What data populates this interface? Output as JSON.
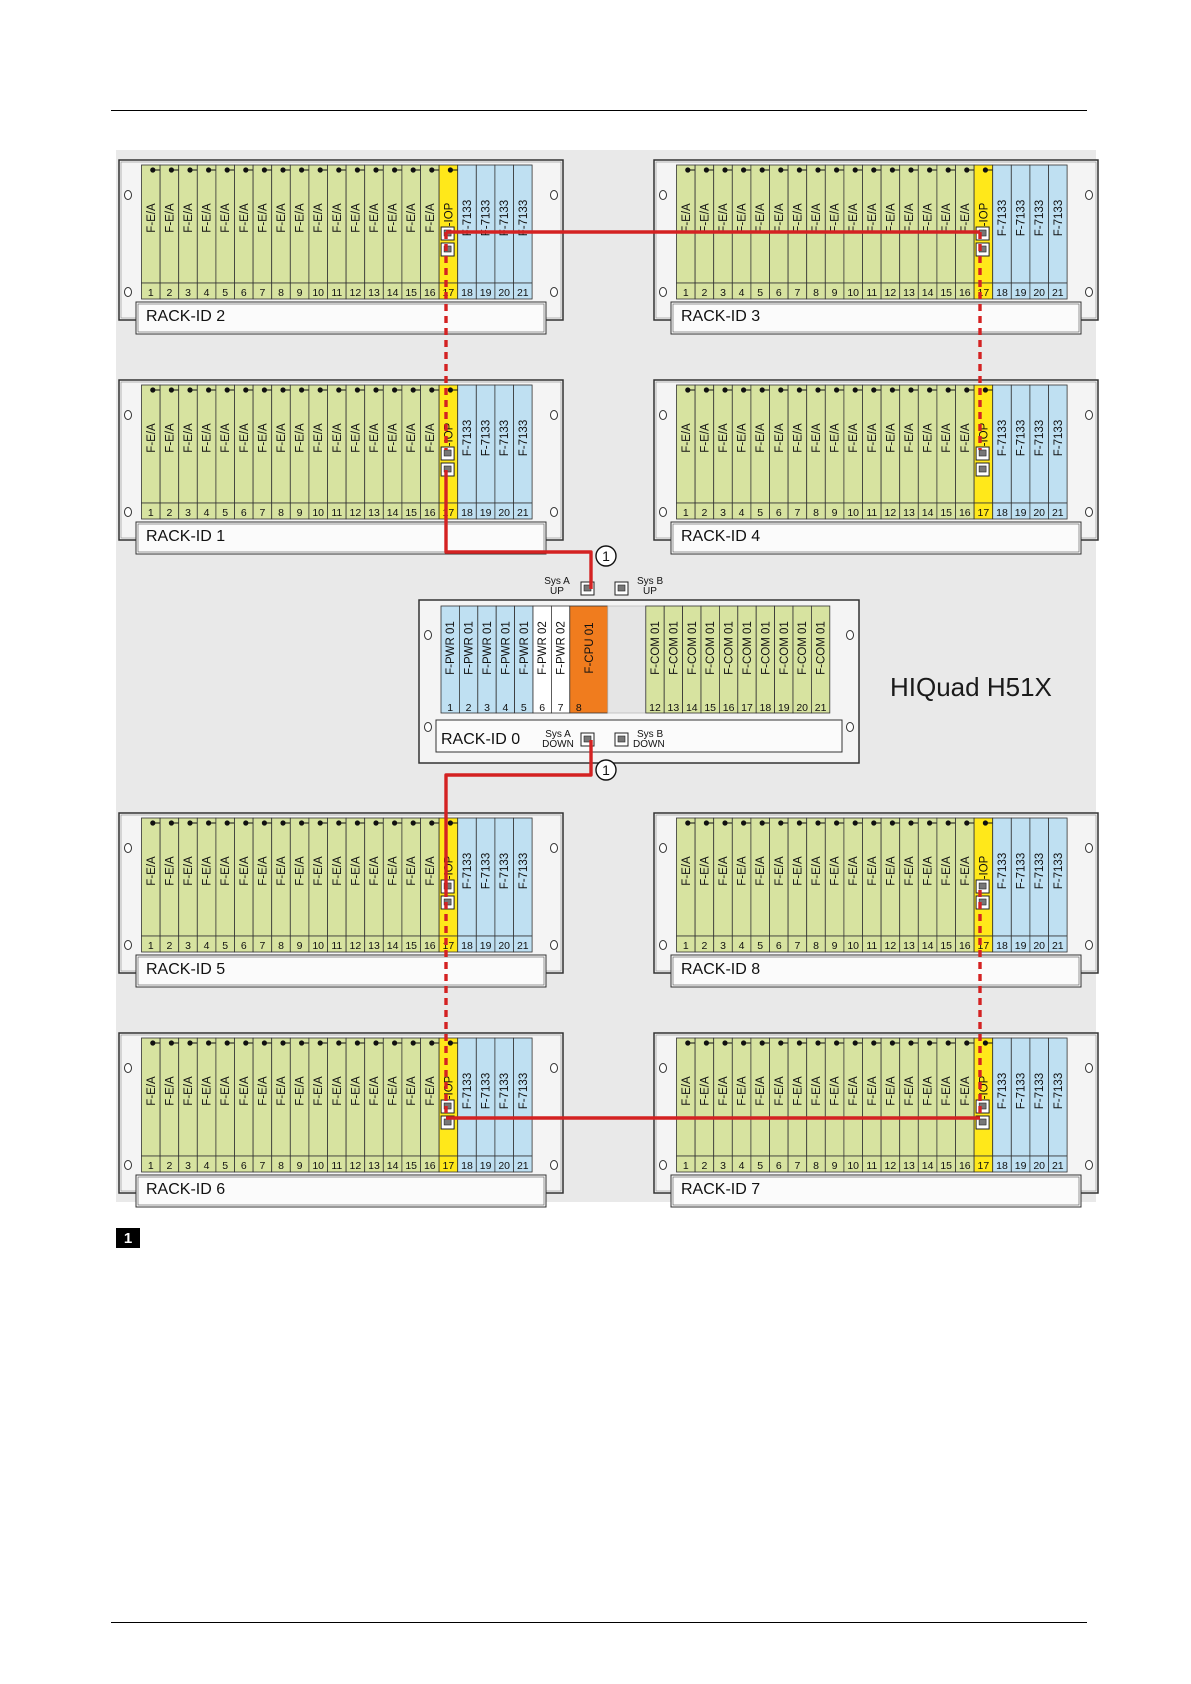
{
  "product_title": "HIQuad H51X",
  "footnote_badge": "1",
  "callout_marker": "1",
  "io_module_label": "F-E/A",
  "iop_label": "F-IOP",
  "f7133_label": "F-7133",
  "slot_numbers": [
    "1",
    "2",
    "3",
    "4",
    "5",
    "6",
    "7",
    "8",
    "9",
    "10",
    "11",
    "12",
    "13",
    "14",
    "15",
    "16",
    "17",
    "18",
    "19",
    "20",
    "21"
  ],
  "io_racks": [
    {
      "label": "RACK-ID 2"
    },
    {
      "label": "RACK-ID 3"
    },
    {
      "label": "RACK-ID 1"
    },
    {
      "label": "RACK-ID 4"
    },
    {
      "label": "RACK-ID 5"
    },
    {
      "label": "RACK-ID 8"
    },
    {
      "label": "RACK-ID 6"
    },
    {
      "label": "RACK-ID 7"
    }
  ],
  "central_rack": {
    "label": "RACK-ID 0",
    "modules": [
      {
        "slot": "1",
        "label": "F-PWR 01",
        "kind": "pwr"
      },
      {
        "slot": "2",
        "label": "F-PWR 01",
        "kind": "pwr"
      },
      {
        "slot": "3",
        "label": "F-PWR 01",
        "kind": "pwr"
      },
      {
        "slot": "4",
        "label": "F-PWR 01",
        "kind": "pwr"
      },
      {
        "slot": "5",
        "label": "F-PWR 01",
        "kind": "pwr"
      },
      {
        "slot": "6",
        "label": "F-PWR 02",
        "kind": "pwr2"
      },
      {
        "slot": "7",
        "label": "F-PWR 02",
        "kind": "pwr2"
      },
      {
        "slot": "8",
        "label": "F-CPU 01",
        "kind": "cpu"
      },
      {
        "slot": "",
        "label": "",
        "kind": "empty"
      },
      {
        "slot": "12",
        "label": "F-COM 01",
        "kind": "com"
      },
      {
        "slot": "13",
        "label": "F-COM 01",
        "kind": "com"
      },
      {
        "slot": "14",
        "label": "F-COM 01",
        "kind": "com"
      },
      {
        "slot": "15",
        "label": "F-COM 01",
        "kind": "com"
      },
      {
        "slot": "16",
        "label": "F-COM 01",
        "kind": "com"
      },
      {
        "slot": "17",
        "label": "F-COM 01",
        "kind": "com"
      },
      {
        "slot": "18",
        "label": "F-COM 01",
        "kind": "com"
      },
      {
        "slot": "19",
        "label": "F-COM 01",
        "kind": "com"
      },
      {
        "slot": "20",
        "label": "F-COM 01",
        "kind": "com"
      },
      {
        "slot": "21",
        "label": "F-COM 01",
        "kind": "com"
      }
    ],
    "ports": {
      "sys_a_up": [
        "Sys A",
        "UP"
      ],
      "sys_b_up": [
        "Sys B",
        "UP"
      ],
      "sys_a_down": [
        "Sys A",
        "DOWN"
      ],
      "sys_b_down": [
        "Sys B",
        "DOWN"
      ]
    }
  },
  "colors": {
    "io_module": "#d7e3a0",
    "iop_module": "#ffe81a",
    "f7133_module": "#bfe0f2",
    "pwr_module": "#bfe0f2",
    "pwr2_module": "#ffffff",
    "cpu_module": "#f07c1e",
    "com_module": "#d7e3a0",
    "empty_slot": "#e5e5e5",
    "cable": "#d42222"
  }
}
